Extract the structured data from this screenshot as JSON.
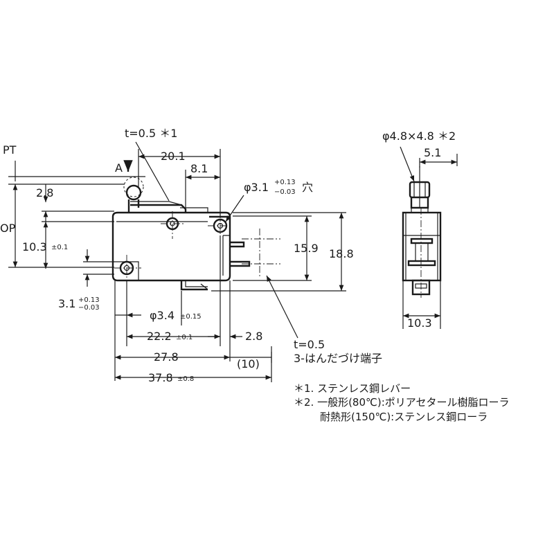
{
  "labels": {
    "pt": "PT",
    "op": "OP",
    "a": "A",
    "t_lever": "t=0.5 ＊1",
    "d_20_1": "20.1",
    "d_8_1": "8.1",
    "hole_phi": "φ3.1",
    "hole_tol_plus": "+0.13",
    "hole_tol_minus": "−0.03",
    "hole_suffix": "穴",
    "d_2_8_top": "2.8",
    "d_10_3": "10.3",
    "d_10_3_tol": "±0.1",
    "d_15_9": "15.9",
    "d_18_8": "18.8",
    "d_3_1": "3.1",
    "d_3_1_tol_plus": "+0.13",
    "d_3_1_tol_minus": "−0.03",
    "d_phi_3_4": "φ3.4",
    "d_phi_3_4_tol": "±0.15",
    "d_22_2": "22.2",
    "d_22_2_tol": "±0.1",
    "d_2_8_bottom": "2.8",
    "d_27_8": "27.8",
    "d_10_paren": "(10)",
    "d_37_8": "37.8",
    "d_37_8_tol": "±0.8",
    "terminal_t": "t=0.5",
    "terminal_label": "3-はんだづけ端子",
    "roller_phi": "φ4.8×4.8 ＊2",
    "d_5_1": "5.1",
    "d_10_3_side": "10.3"
  },
  "notes": [
    "＊1. ステンレス鋼レバー",
    "＊2. 一般形(80℃):ポリアセタール樹脂ローラ",
    "耐熱形(150℃):ステンレス鋼ローラ"
  ]
}
